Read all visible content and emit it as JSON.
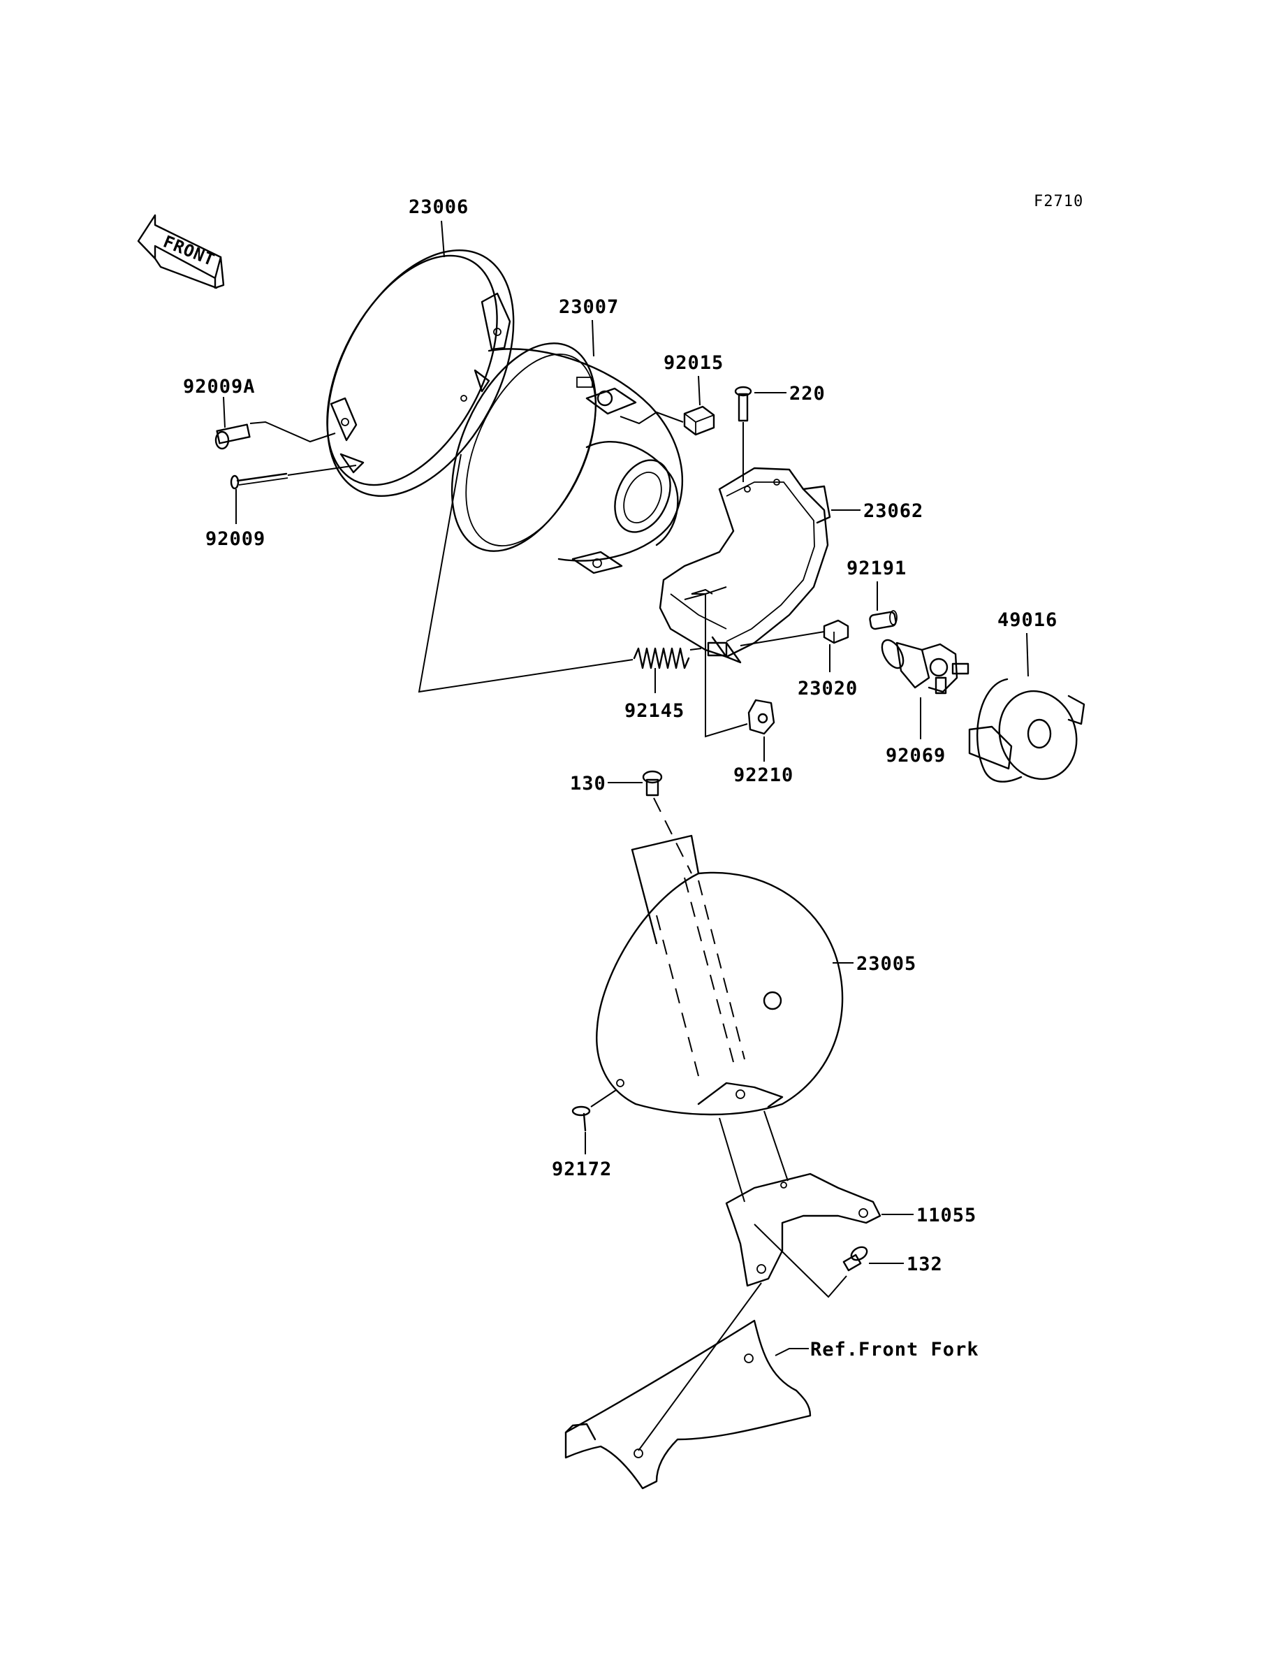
{
  "figure_code": "F2710",
  "front_arrow_text": "FRONT",
  "labels": {
    "p23006": "23006",
    "p23007": "23007",
    "p92015": "92015",
    "p220": "220",
    "p92009A": "92009A",
    "p92009": "92009",
    "p23062": "23062",
    "p92191": "92191",
    "p49016": "49016",
    "p92145": "92145",
    "p23020": "23020",
    "p92210": "92210",
    "p92069": "92069",
    "p130": "130",
    "p23005": "23005",
    "p92172": "92172",
    "p11055": "11055",
    "p132": "132",
    "ref_front_fork": "Ref.Front Fork"
  }
}
